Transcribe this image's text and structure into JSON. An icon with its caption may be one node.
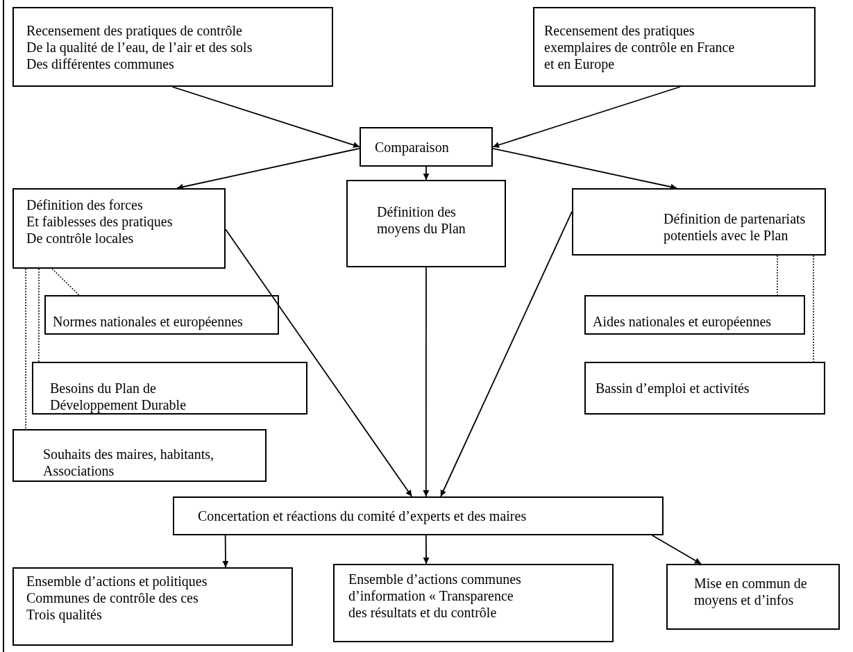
{
  "diagram": {
    "nodes": [
      {
        "text": [
          "Recensement des pratiques de contrôle De la qualité de l’eau, de l’air et des sols Des différentes communes"
        ]
      },
      {
        "text": [
          "Recensement des pratiques exemplaires de contrôle en France et en Europe"
        ]
      },
      {
        "text": [
          "Comparaison"
        ]
      },
      {
        "text": [
          "Définition des forces Et faiblesses des pratiques De contrôle locales"
        ]
      },
      {
        "text": [
          "Définition des moyens du Plan"
        ]
      },
      {
        "text": [
          "Définition de partenariats potentiels avec le Plan"
        ]
      },
      {
        "text": [
          "Normes nationales et européennes"
        ]
      },
      {
        "text": [
          "Aides nationales et européennes"
        ]
      },
      {
        "text": [
          "Besoins du Plan de Développement Durable"
        ]
      },
      {
        "text": [
          "Bassin d’emploi et activités"
        ]
      },
      {
        "text": [
          "Souhaits des maires, habitants, Associations"
        ]
      },
      {
        "text": [
          "Concertation et réactions du comité d’experts et des maires"
        ]
      },
      {
        "text": [
          "Ensemble d’actions et politiques Communes de contrôle des ces Trois qualités"
        ]
      },
      {
        "text": [
          "Ensemble d’actions communes d’information « Transparence des résultats et du contrôle"
        ]
      },
      {
        "text": [
          "Mise en commun de moyens et d’infos"
        ]
      }
    ],
    "edges": [
      {
        "from": 0,
        "to": 2,
        "arrow": "to"
      },
      {
        "from": 1,
        "to": 2,
        "arrow": "to"
      },
      {
        "from": 2,
        "to": 3,
        "arrow": "to"
      },
      {
        "from": 2,
        "to": 4,
        "arrow": "to"
      },
      {
        "from": 2,
        "to": 5,
        "arrow": "to"
      },
      {
        "from": 3,
        "to": 11,
        "arrow": "to"
      },
      {
        "from": 4,
        "to": 11,
        "arrow": "to"
      },
      {
        "from": 5,
        "to": 11,
        "arrow": "to"
      },
      {
        "from": 11,
        "to": 12,
        "arrow": "to"
      },
      {
        "from": 11,
        "to": 13,
        "arrow": "to"
      },
      {
        "from": 11,
        "to": 14,
        "arrow": "to"
      },
      {
        "from": 3,
        "to": 6,
        "arrow": "none",
        "style": "dashed"
      },
      {
        "from": 3,
        "to": 8,
        "arrow": "none",
        "style": "dashed"
      },
      {
        "from": 3,
        "to": 10,
        "arrow": "none",
        "style": "dashed"
      },
      {
        "from": 5,
        "to": 7,
        "arrow": "none",
        "style": "dashed"
      },
      {
        "from": 5,
        "to": 9,
        "arrow": "none",
        "style": "dashed"
      }
    ]
  }
}
